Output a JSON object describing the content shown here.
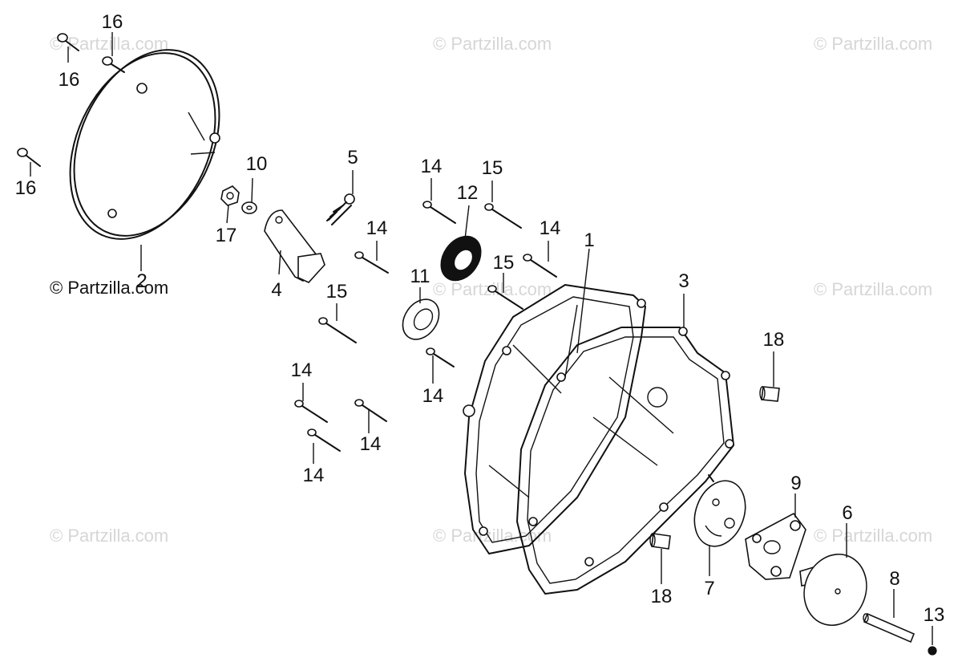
{
  "diagram": {
    "watermark_text": "© Partzilla.com",
    "main_copyright": "© Partzilla.com",
    "callouts": [
      {
        "id": "16a",
        "label": "16"
      },
      {
        "id": "16b",
        "label": "16"
      },
      {
        "id": "16c",
        "label": "16"
      },
      {
        "id": "2",
        "label": "2"
      },
      {
        "id": "10",
        "label": "10"
      },
      {
        "id": "17",
        "label": "17"
      },
      {
        "id": "5",
        "label": "5"
      },
      {
        "id": "4",
        "label": "4"
      },
      {
        "id": "14a",
        "label": "14"
      },
      {
        "id": "12",
        "label": "12"
      },
      {
        "id": "15a",
        "label": "15"
      },
      {
        "id": "14b",
        "label": "14"
      },
      {
        "id": "14c",
        "label": "14"
      },
      {
        "id": "1",
        "label": "1"
      },
      {
        "id": "15b",
        "label": "15"
      },
      {
        "id": "11",
        "label": "11"
      },
      {
        "id": "15c",
        "label": "15"
      },
      {
        "id": "3",
        "label": "3"
      },
      {
        "id": "18a",
        "label": "18"
      },
      {
        "id": "14d",
        "label": "14"
      },
      {
        "id": "14e",
        "label": "14"
      },
      {
        "id": "14f",
        "label": "14"
      },
      {
        "id": "14g",
        "label": "14"
      },
      {
        "id": "9",
        "label": "9"
      },
      {
        "id": "6",
        "label": "6"
      },
      {
        "id": "7",
        "label": "7"
      },
      {
        "id": "18b",
        "label": "18"
      },
      {
        "id": "8",
        "label": "8"
      },
      {
        "id": "13",
        "label": "13"
      }
    ]
  }
}
